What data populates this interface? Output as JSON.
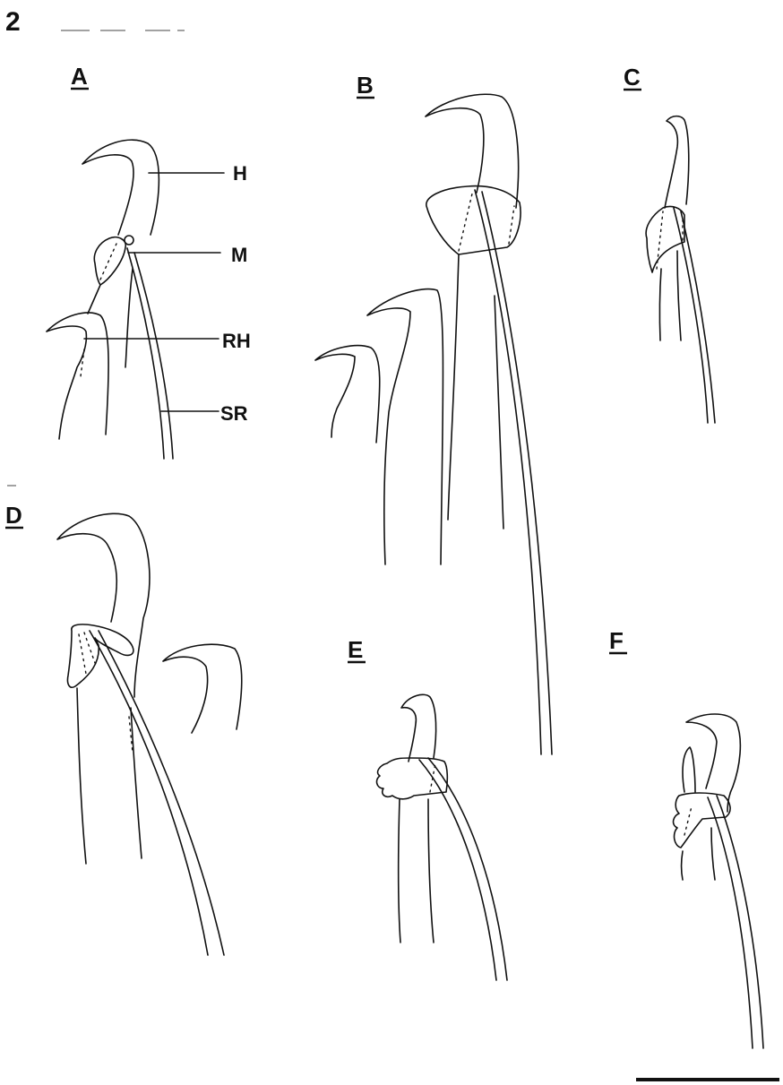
{
  "figure": {
    "number": "2",
    "panels": [
      {
        "letter": "A"
      },
      {
        "letter": "B"
      },
      {
        "letter": "C"
      },
      {
        "letter": "D"
      },
      {
        "letter": "E"
      },
      {
        "letter": "F"
      }
    ],
    "callouts": [
      {
        "label": "H"
      },
      {
        "label": "M"
      },
      {
        "label": "RH"
      },
      {
        "label": "SR"
      }
    ]
  },
  "colors": {
    "ink": "#111111",
    "background": "#ffffff"
  }
}
